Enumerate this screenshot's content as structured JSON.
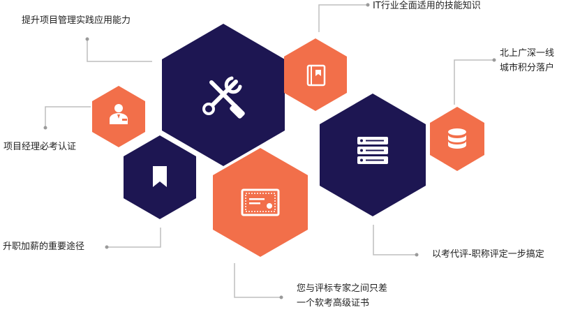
{
  "colors": {
    "navy": "#1d1652",
    "orange": "#f26f4a",
    "connector": "#bdbdbd",
    "icon": "#ffffff",
    "text": "#1f1f1f"
  },
  "labels": {
    "practice": "提升项目管理实践应用能力",
    "it_skills": "IT行业全面适用的技能知识",
    "city_line1": "北上广深一线",
    "city_line2": "城市积分落户",
    "pm_cert": "项目经理必考认证",
    "promotion": "升职加薪的重要途径",
    "title_eval": "以考代评-职称评定一步搞定",
    "expert_line1": "您与评标专家之间只差",
    "expert_line2": "一个软考高级证书"
  },
  "icons": {
    "tools": "tools-icon",
    "book": "book-icon",
    "user": "user-badge-icon",
    "bookmark": "bookmark-icon",
    "list": "list-icon",
    "database": "database-icon",
    "certificate": "certificate-icon"
  }
}
